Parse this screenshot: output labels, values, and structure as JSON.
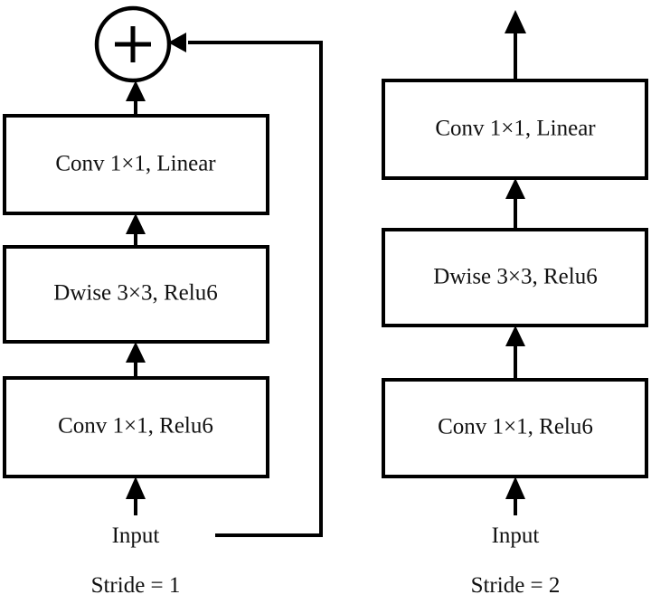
{
  "figure": {
    "background_color": "#ffffff",
    "line_color": "#000000",
    "text_color": "#111111"
  },
  "panels": [
    {
      "id": "stride-1",
      "caption": "Stride = 1",
      "input_label": "Input",
      "has_residual_connection": true,
      "adder": {
        "symbol": "+",
        "name": "addition-operator"
      },
      "blocks": [
        {
          "id": "conv-linear",
          "label": "Conv 1×1, Linear"
        },
        {
          "id": "dwise-relu6",
          "label": "Dwise 3×3, Relu6"
        },
        {
          "id": "conv-relu6",
          "label": "Conv 1×1, Relu6"
        }
      ]
    },
    {
      "id": "stride-2",
      "caption": "Stride = 2",
      "input_label": "Input",
      "has_residual_connection": false,
      "blocks": [
        {
          "id": "conv-linear",
          "label": "Conv 1×1, Linear"
        },
        {
          "id": "dwise-relu6",
          "label": "Dwise 3×3, Relu6"
        },
        {
          "id": "conv-relu6",
          "label": "Conv 1×1, Relu6"
        }
      ]
    }
  ]
}
